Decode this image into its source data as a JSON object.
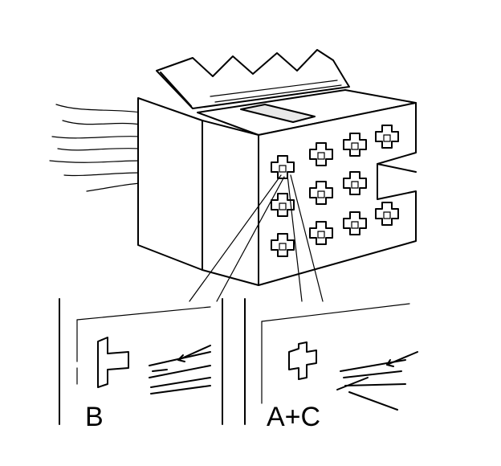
{
  "labels": {
    "left_panel": "B",
    "right_panel": "A+C"
  },
  "colors": {
    "ink": "#000000",
    "paper": "#ffffff",
    "shade": "#e8e8e8"
  },
  "grid": {
    "rows": 3,
    "cols": 4
  }
}
